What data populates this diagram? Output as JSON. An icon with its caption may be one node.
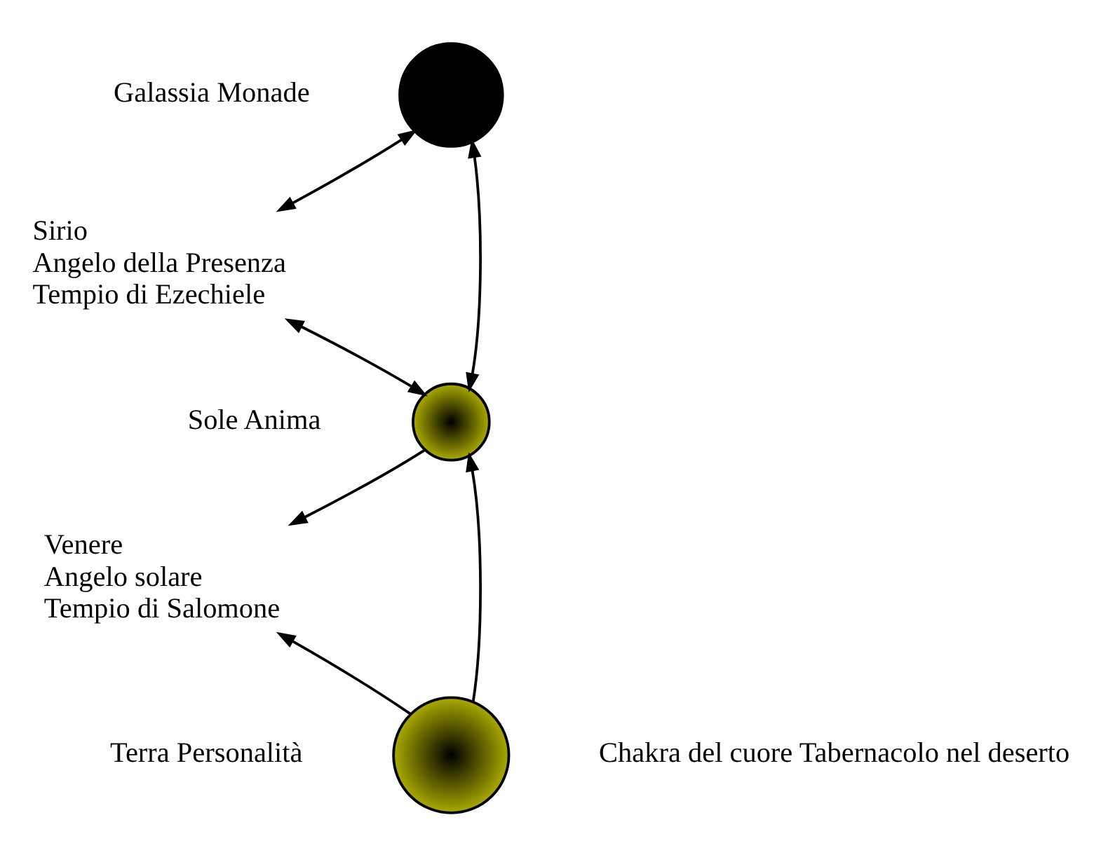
{
  "diagram": {
    "nodes": [
      {
        "text": [],
        "shape": "circle",
        "beside": [
          "Galassia Monade"
        ]
      },
      {
        "text": [
          "Sirio",
          "Angelo della Presenza",
          "Tempio di Ezechiele"
        ]
      },
      {
        "text": [],
        "shape": "circle",
        "beside": [
          "Sole Anima"
        ]
      },
      {
        "text": [
          "Venere",
          "Angelo solare",
          "Tempio di Salomone"
        ]
      },
      {
        "text": [],
        "shape": "circle",
        "beside": [
          "Terra Personalità",
          "Chakra del cuore Tabernacolo nel deserto"
        ]
      }
    ],
    "edges": [
      {
        "from": 0,
        "to": 2,
        "arrow": "both"
      },
      {
        "from": 0,
        "to": 1,
        "arrow": "both"
      },
      {
        "from": 2,
        "to": 1,
        "arrow": "both"
      },
      {
        "from": 2,
        "to": 3,
        "arrow": "to"
      },
      {
        "from": 4,
        "to": 2,
        "arrow": "to"
      },
      {
        "from": 4,
        "to": 3,
        "arrow": "to"
      }
    ]
  }
}
